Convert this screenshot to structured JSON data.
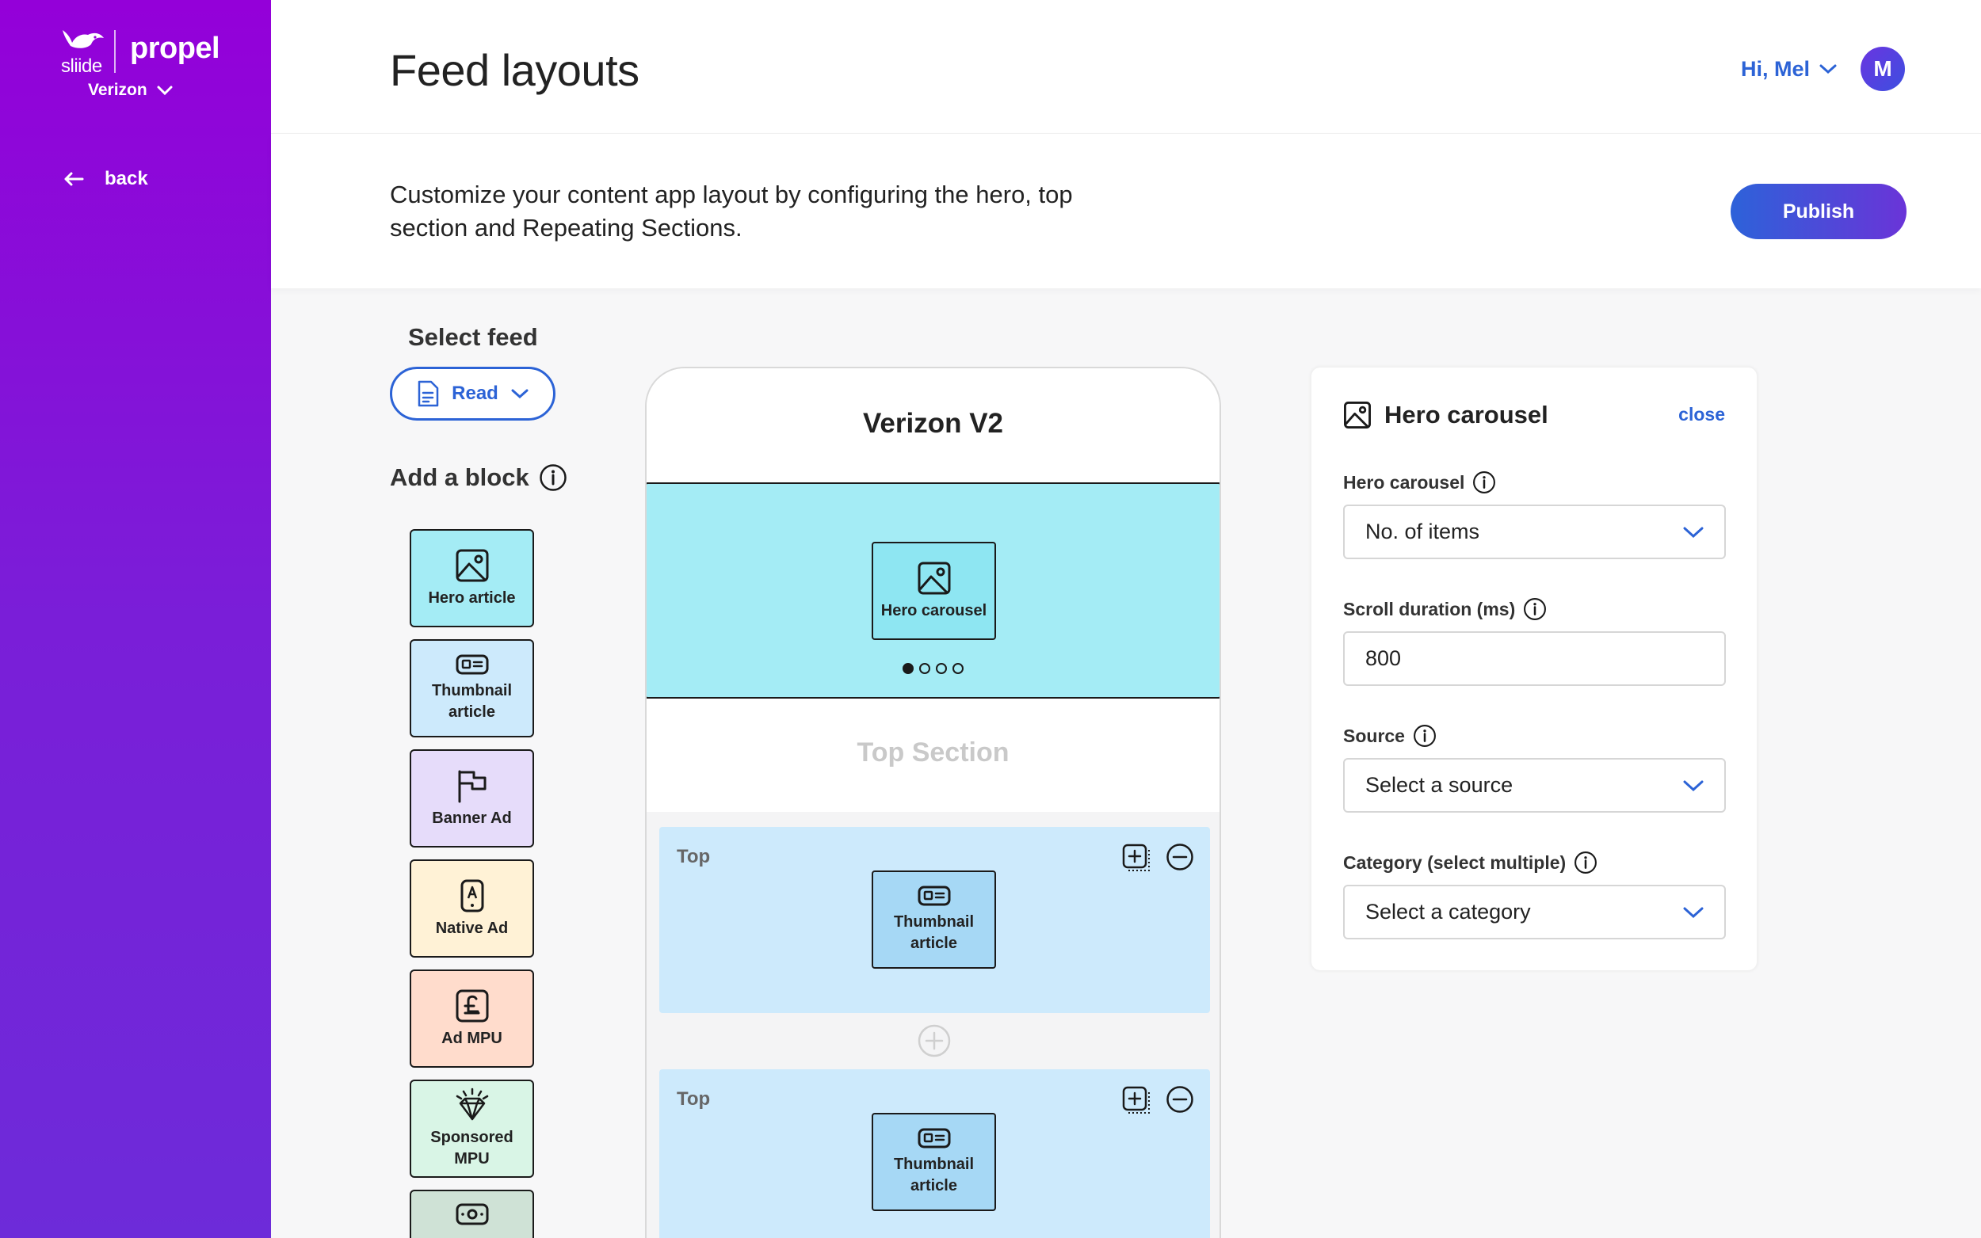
{
  "sidebar": {
    "brand_sliide": "sliide",
    "brand_propel": "propel",
    "org": "Verizon",
    "back_label": "back"
  },
  "header": {
    "title": "Feed layouts",
    "greeting": "Hi, Mel",
    "avatar_initial": "M",
    "description": "Customize your content app layout by configuring the hero, top section and Repeating Sections.",
    "publish_label": "Publish"
  },
  "left_panel": {
    "select_feed_label": "Select feed",
    "feed_value": "Read",
    "add_block_label": "Add a block",
    "blocks": [
      {
        "label": "Hero article",
        "icon": "image-icon",
        "color": "#a4ecf5"
      },
      {
        "label": "Thumbnail article",
        "icon": "thumbnail-icon",
        "color": "#cdeafc"
      },
      {
        "label": "Banner Ad",
        "icon": "flag-icon",
        "color": "#e6dcfa"
      },
      {
        "label": "Native Ad",
        "icon": "native-ad-icon",
        "color": "#fff2d6"
      },
      {
        "label": "Ad MPU",
        "icon": "pound-icon",
        "color": "#ffdccc"
      },
      {
        "label": "Sponsored MPU",
        "icon": "diamond-icon",
        "color": "#d9f5e6"
      },
      {
        "label": "",
        "icon": "cash-icon",
        "color": "#cfe2d6"
      }
    ]
  },
  "phone": {
    "title": "Verizon V2",
    "hero_block_label": "Hero carousel",
    "carousel_dots": 4,
    "carousel_active": 1,
    "top_section_label": "Top Section",
    "sections": [
      {
        "label": "Top",
        "block_label": "Thumbnail article"
      },
      {
        "label": "Top",
        "block_label": "Thumbnail article"
      }
    ]
  },
  "right_panel": {
    "title": "Hero carousel",
    "close_label": "close",
    "fields": {
      "hero_carousel": {
        "label": "Hero carousel",
        "value": "No. of items"
      },
      "scroll_duration": {
        "label": "Scroll duration (ms)",
        "value": "800"
      },
      "source": {
        "label": "Source",
        "placeholder": "Select a source"
      },
      "category": {
        "label": "Category (select multiple)",
        "placeholder": "Select a category"
      }
    }
  },
  "colors": {
    "accent": "#2c63d6",
    "sidebar_top": "#9400d9",
    "sidebar_bottom": "#6d2bd9",
    "hero": "#a4ecf5",
    "section": "#cdeafc"
  }
}
